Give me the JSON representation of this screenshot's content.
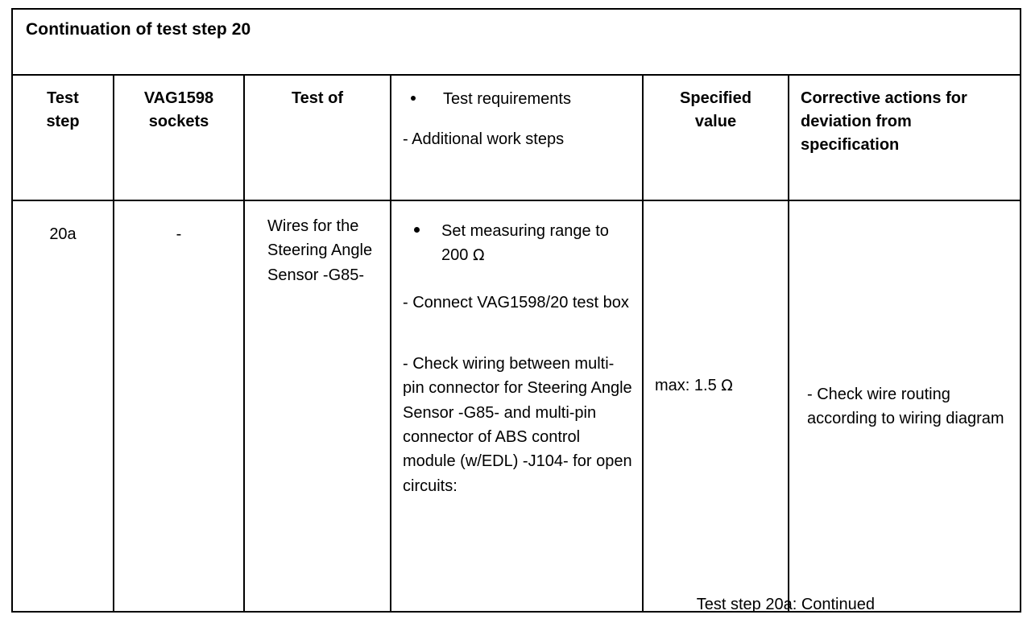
{
  "document": {
    "title_row": "Continuation of test step 20",
    "caption": "Test step 20a: Continued"
  },
  "table": {
    "headers": {
      "col1": "Test\nstep",
      "col1_line1": "Test",
      "col1_line2": "step",
      "col2_line1": "VAG1598",
      "col2_line2": "sockets",
      "col3": "Test of",
      "col4_bullet": "Test requirements",
      "col4_dash": "- Additional work steps",
      "col5_line1": "Specified",
      "col5_line2": "value",
      "col6_line1": "Corrective actions for",
      "col6_line2": "deviation from",
      "col6_line3": "specification"
    },
    "rows": [
      {
        "test_step": "20a",
        "vag1598_sockets": "-",
        "test_of": "Wires for the Steering Angle Sensor -G85-",
        "requirements": {
          "bullet_1": "Set measuring range to 200 ",
          "bullet_1_unit": "Ω",
          "dash_1": "- Connect VAG1598/20 test box",
          "dash_2": "- Check wiring between multi-pin connector for Steering Angle Sensor -G85- and multi-pin connector of ABS control module (w/EDL) -J104- for open circuits:"
        },
        "specified_value": "max: 1.5 ",
        "specified_value_unit": "Ω",
        "corrective_action": "- Check wire routing according to wiring diagram"
      }
    ]
  },
  "colors": {
    "border": "#000000",
    "text": "#000000",
    "background": "#ffffff"
  }
}
